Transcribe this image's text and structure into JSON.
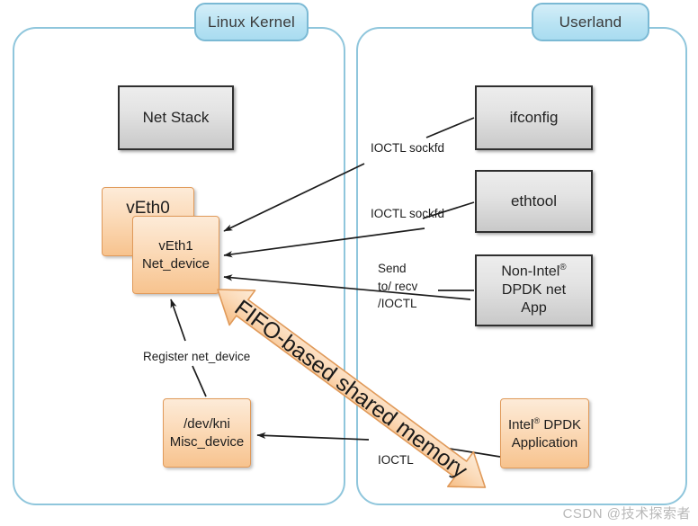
{
  "diagram": {
    "title": "Linux KNI (Kernel NIC Interface) architecture",
    "watermark": "CSDN @技术探索者",
    "colors": {
      "zone_border": "#8fc6dc",
      "pill_fill": "#b9e3f3",
      "orange_fill": "#fbd9b6",
      "orange_border": "#e09a5a",
      "grey_fill": "#e3e3e3",
      "grey_border": "#2f2f2f",
      "arrow_stroke": "#1d1d1d",
      "watermark": "#b8b8b8"
    }
  },
  "zones": [
    {
      "id": "kernel",
      "label": "Linux Kernel"
    },
    {
      "id": "userland",
      "label": "Userland"
    }
  ],
  "kernel_boxes": [
    {
      "id": "net-stack",
      "label": "Net Stack",
      "style": "grey"
    },
    {
      "id": "veth0",
      "label": "vEth0",
      "style": "orange"
    },
    {
      "id": "veth1",
      "line1": "vEth1",
      "line2": "Net_device",
      "style": "orange"
    },
    {
      "id": "kni-misc",
      "line1": "/dev/kni",
      "line2": "Misc_device",
      "style": "orange"
    }
  ],
  "userland_boxes": [
    {
      "id": "ifconfig",
      "label": "ifconfig",
      "style": "grey"
    },
    {
      "id": "ethtool",
      "label": "ethtool",
      "style": "grey"
    },
    {
      "id": "non-intel-dpdk",
      "line1": "Non-Intel",
      "line1_sup": "®",
      "line2": "DPDK net",
      "line3": "App",
      "style": "grey"
    },
    {
      "id": "intel-dpdk-app",
      "line1": "Intel",
      "line1_sup": "®",
      "line1_rest": " DPDK",
      "line2": "Application",
      "style": "orange"
    }
  ],
  "connector_labels": {
    "ioctl_sockfd_1": "IOCTL sockfd",
    "ioctl_sockfd_2": "IOCTL sockfd",
    "send_recv_ioctl": "Send\nto/ recv\n/IOCTL",
    "register_net_device": "Register net_device",
    "ioctl_bottom": "IOCTL"
  },
  "fifo_arrow": {
    "label": "FIFO-based shared memory",
    "direction": "bidirectional",
    "from": "veth1",
    "to": "intel-dpdk-app"
  }
}
